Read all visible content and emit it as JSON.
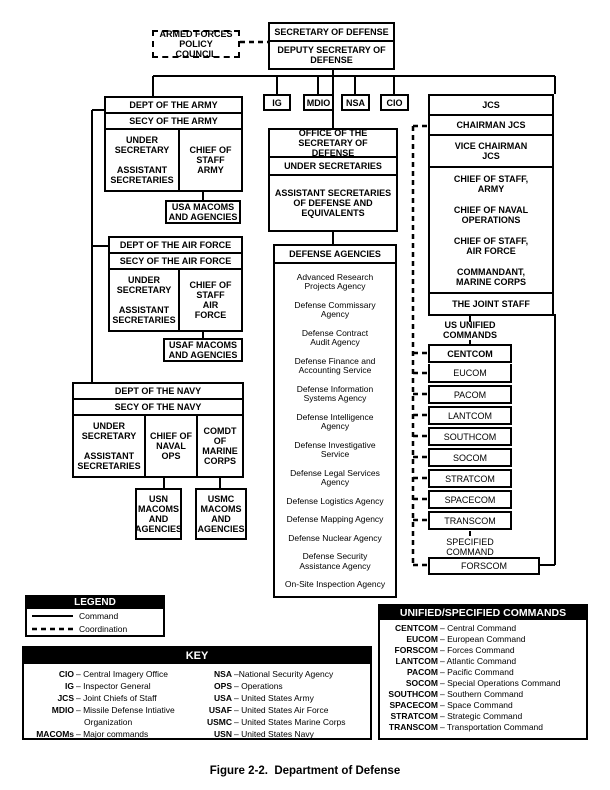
{
  "top": {
    "secretary": "SECRETARY OF DEFENSE",
    "deputy": "DEPUTY SECRETARY OF DEFENSE",
    "afpc": "ARMED FORCES POLICY COUNCIL"
  },
  "small_boxes": [
    "IG",
    "MDIO",
    "NSA",
    "CIO"
  ],
  "army": {
    "dept": "DEPT OF THE ARMY",
    "secy": "SECY OF THE ARMY",
    "under": "UNDER SECRETARY",
    "assistant": "ASSISTANT SECRETARIES",
    "chief": "CHIEF OF STAFF ARMY",
    "macoms": "USA MACOMS AND AGENCIES"
  },
  "airforce": {
    "dept": "DEPT OF THE AIR FORCE",
    "secy": "SECY OF THE AIR FORCE",
    "under": "UNDER SECRETARY",
    "assistant": "ASSISTANT SECRETARIES",
    "chief": "CHIEF OF STAFF AIR FORCE",
    "macoms": "USAF MACOMS AND AGENCIES"
  },
  "navy": {
    "dept": "DEPT OF THE NAVY",
    "secy": "SECY OF THE NAVY",
    "under": "UNDER SECRETARY",
    "assistant": "ASSISTANT SECRETARIES",
    "cno": "CHIEF OF NAVAL OPS",
    "comdt": "COMDT OF MARINE CORPS",
    "usn": "USN MACOMS AND AGENCIES",
    "usmc": "USMC MACOMS AND AGENCIES"
  },
  "osd": {
    "title": "OFFICE OF THE SECRETARY OF DEFENSE",
    "under": "UNDER SECRETARIES",
    "assistant": "ASSISTANT SECRETARIES OF DEFENSE AND EQUIVALENTS"
  },
  "agencies": {
    "title": "DEFENSE AGENCIES",
    "items": [
      "Advanced Research Projects Agency",
      "Defense Commissary Agency",
      "Defense Contract Audit Agency",
      "Defense Finance and Accounting Service",
      "Defense Information Systems Agency",
      "Defense Intelligence Agency",
      "Defense Investigative Service",
      "Defense Legal Services Agency",
      "Defense Logistics Agency",
      "Defense Mapping Agency",
      "Defense Nuclear Agency",
      "Defense Security Assistance Agency",
      "On-Site Inspection Agency"
    ]
  },
  "jcs": {
    "title": "JCS",
    "chairman": "CHAIRMAN JCS",
    "vice": "VICE CHAIRMAN JCS",
    "army": "CHIEF OF STAFF, ARMY",
    "cno": "CHIEF OF NAVAL OPERATIONS",
    "af": "CHIEF OF STAFF, AIR FORCE",
    "marine": "COMMANDANT, MARINE CORPS",
    "staff": "THE JOINT STAFF"
  },
  "unified": {
    "label": "US UNIFIED COMMANDS",
    "commands": [
      "CENTCOM",
      "EUCOM",
      "PACOM",
      "LANTCOM",
      "SOUTHCOM",
      "SOCOM",
      "STRATCOM",
      "SPACECOM",
      "TRANSCOM"
    ],
    "specified_label": "SPECIFIED COMMAND",
    "specified": "FORSCOM"
  },
  "legend": {
    "title": "LEGEND",
    "command": "Command",
    "coordination": "Coordination"
  },
  "unified_key": {
    "title": "UNIFIED/SPECIFIED COMMANDS",
    "items": [
      {
        "abbr": "CENTCOM",
        "desc": "– Central Command"
      },
      {
        "abbr": "EUCOM",
        "desc": "– European Command"
      },
      {
        "abbr": "FORSCOM",
        "desc": "– Forces Command"
      },
      {
        "abbr": "LANTCOM",
        "desc": "– Atlantic Command"
      },
      {
        "abbr": "PACOM",
        "desc": "– Pacific Command"
      },
      {
        "abbr": "SOCOM",
        "desc": "– Special Operations Command"
      },
      {
        "abbr": "SOUTHCOM",
        "desc": "– Southern Command"
      },
      {
        "abbr": "SPACECOM",
        "desc": "– Space Command"
      },
      {
        "abbr": "STRATCOM",
        "desc": "– Strategic Command"
      },
      {
        "abbr": "TRANSCOM",
        "desc": "– Transportation Command"
      }
    ]
  },
  "key": {
    "title": "KEY",
    "left": [
      {
        "abbr": "CIO",
        "desc": "– Central Imagery Office"
      },
      {
        "abbr": "IG",
        "desc": "– Inspector General"
      },
      {
        "abbr": "JCS",
        "desc": "– Joint Chiefs of Staff"
      },
      {
        "abbr": "MDIO",
        "desc": "– Missile Defense Intiative"
      },
      {
        "abbr": "",
        "desc": "Organization"
      },
      {
        "abbr": "MACOMs",
        "desc": "– Major commands"
      }
    ],
    "right": [
      {
        "abbr": "NSA",
        "desc": "–National Security Agency"
      },
      {
        "abbr": "OPS",
        "desc": "– Operations"
      },
      {
        "abbr": "USA",
        "desc": "– United States Army"
      },
      {
        "abbr": "USAF",
        "desc": "– United States Air Force"
      },
      {
        "abbr": "USMC",
        "desc": "– United States Marine Corps"
      },
      {
        "abbr": "USN",
        "desc": "– United States Navy"
      }
    ]
  },
  "caption": "Figure 2-2.  Department of Defense"
}
